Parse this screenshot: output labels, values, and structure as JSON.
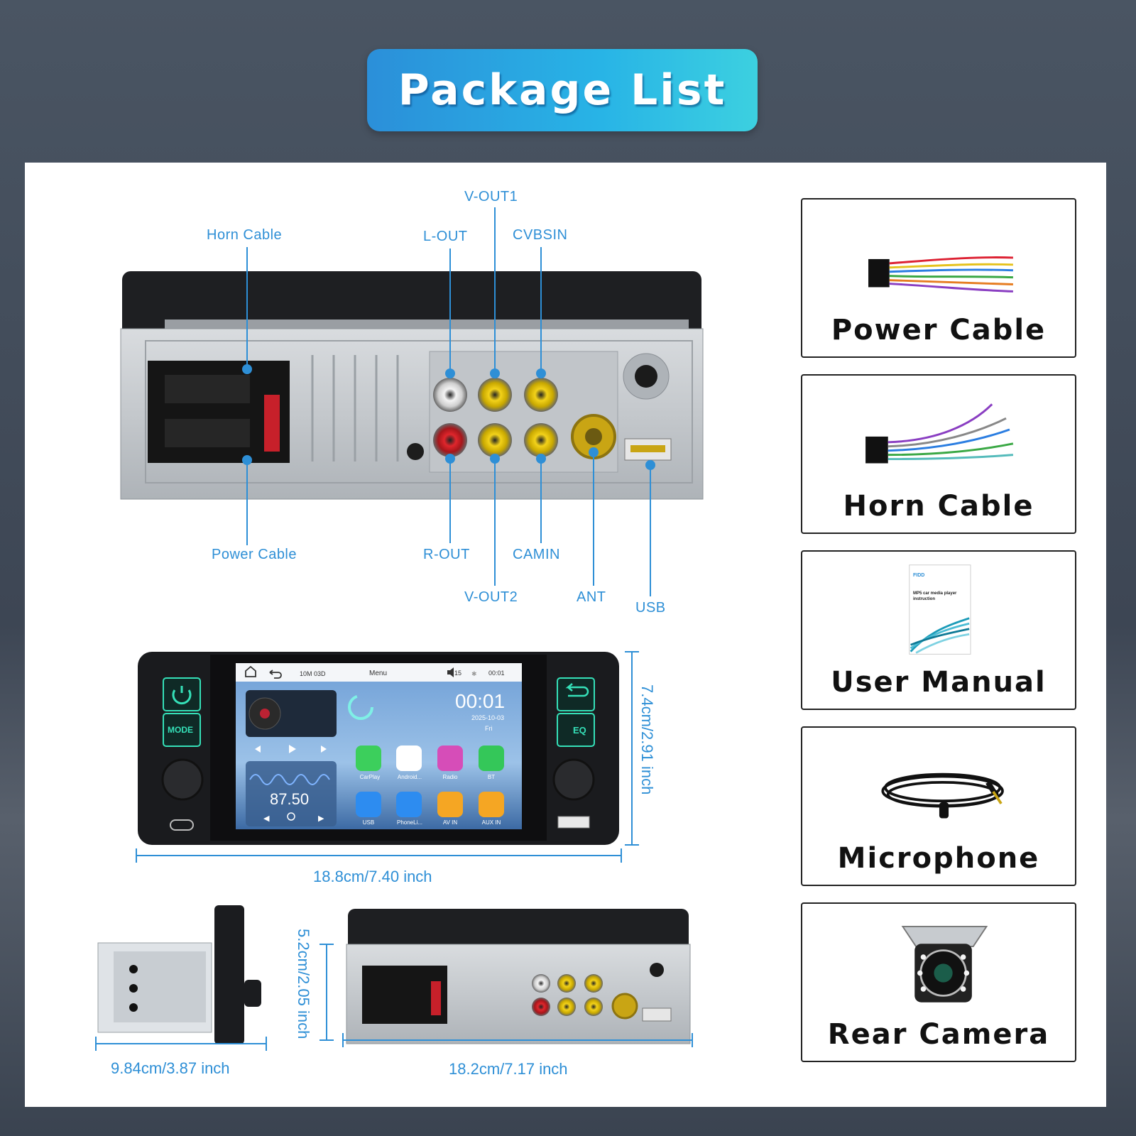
{
  "header": {
    "title": "Package List"
  },
  "rear_labels": {
    "horn_cable": "Horn Cable",
    "l_out": "L-OUT",
    "v_out1": "V-OUT1",
    "cvbsin": "CVBSIN",
    "power_cable": "Power Cable",
    "r_out": "R-OUT",
    "camin": "CAMIN",
    "v_out2": "V-OUT2",
    "ant": "ANT",
    "usb": "USB"
  },
  "front": {
    "status_bar": {
      "time_left": "10M 03D",
      "menu": "Menu",
      "volume": "15",
      "time_right": "00:01"
    },
    "clock": "00:01",
    "date": "2025-10-03",
    "weekday": "Fri",
    "radio_freq": "87.50",
    "apps": [
      "CarPlay",
      "Android...",
      "Radio",
      "BT",
      "USB",
      "PhoneLi...",
      "AV IN",
      "AUX IN"
    ],
    "buttons": {
      "mode": "MODE",
      "eq": "EQ"
    }
  },
  "dimensions": {
    "front_width": "18.8cm/7.40 inch",
    "front_height": "7.4cm/2.91 inch",
    "side_depth": "9.84cm/3.87 inch",
    "rear_height": "5.2cm/2.05 inch",
    "rear_width": "18.2cm/7.17 inch"
  },
  "items": [
    {
      "label": "Power Cable",
      "icon": "power-cable-icon"
    },
    {
      "label": "Horn Cable",
      "icon": "horn-cable-icon"
    },
    {
      "label": "User Manual",
      "icon": "user-manual-icon"
    },
    {
      "label": "Microphone",
      "icon": "microphone-icon"
    },
    {
      "label": "Rear Camera",
      "icon": "rear-camera-icon"
    }
  ],
  "manual": {
    "brand": "FIDD",
    "title": "MP5 car media player instruction"
  },
  "colors": {
    "accent": "#2e8fd6",
    "title_start": "#2b8fd9",
    "title_end": "#3cd0e0"
  }
}
